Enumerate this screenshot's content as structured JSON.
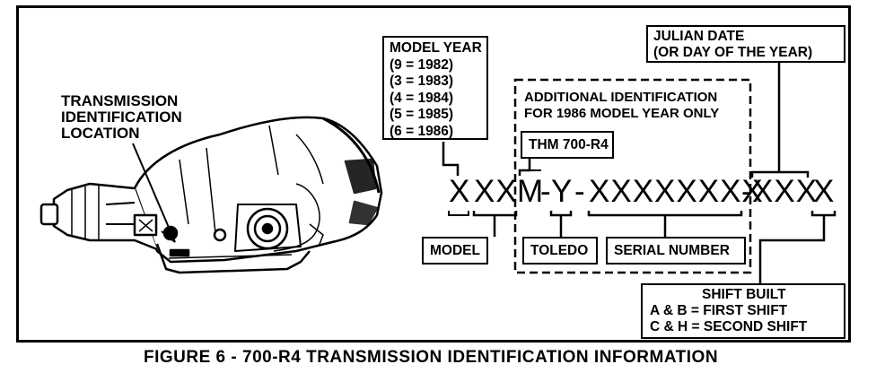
{
  "caption": "FIGURE 6 - 700-R4 TRANSMISSION IDENTIFICATION INFORMATION",
  "location_label": [
    "TRANSMISSION",
    "IDENTIFICATION",
    "LOCATION"
  ],
  "model_year": {
    "title": "MODEL YEAR",
    "rows": [
      "(9 = 1982)",
      "(3 = 1983)",
      "(4 = 1984)",
      "(5 = 1985)",
      "(6 = 1986)"
    ]
  },
  "julian_date": [
    "JULIAN DATE",
    "(OR DAY OF THE YEAR)"
  ],
  "additional_id": [
    "ADDITIONAL IDENTIFICATION",
    "FOR 1986 MODEL YEAR ONLY"
  ],
  "thm_label": "THM 700-R4",
  "code": {
    "year": "X",
    "model": "XX",
    "m": "M",
    "sep1": "-",
    "plant": "Y",
    "sep2": "-",
    "serial": "XXXXXXXX",
    "sep3": "-",
    "julian": "XXX",
    "shift": "X"
  },
  "model_label": "MODEL",
  "toledo_label": "TOLEDO",
  "serial_label": "SERIAL NUMBER",
  "shift_built": {
    "title": "SHIFT BUILT",
    "rows": [
      "A & B = FIRST SHIFT",
      "C & H = SECOND SHIFT"
    ]
  }
}
